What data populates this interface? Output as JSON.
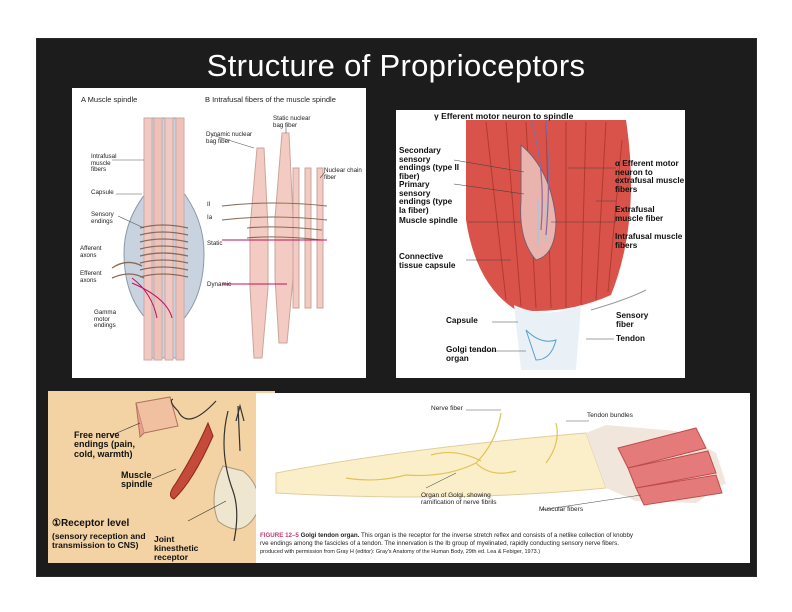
{
  "slide": {
    "title": "Structure of Proprioceptors"
  },
  "panel_a": {
    "heading_a": "A Muscle spindle",
    "heading_b": "B Intrafusal fibers of the muscle spindle",
    "labels": {
      "intrafusal": "Intrafusal muscle fibers",
      "capsule": "Capsule",
      "sensory": "Sensory endings",
      "afferent": "Afferent axons",
      "efferent": "Efferent axons",
      "gamma": "Gamma motor endings",
      "dynamic_bag": "Dynamic nuclear bag fiber",
      "static_bag": "Static nuclear bag fiber",
      "chain": "Nuclear chain fiber",
      "ii": "II",
      "ia": "Ia",
      "static": "Static",
      "dynamic": "Dynamic"
    }
  },
  "panel_b": {
    "top": "γ Efferent motor neuron to spindle",
    "secondary": "Secondary sensory endings (type II fiber)",
    "primary": "Primary sensory endings (type Ia fiber)",
    "spindle": "Muscle spindle",
    "connective": "Connective tissue capsule",
    "alpha": "α Efferent motor neuron to extrafusal muscle fibers",
    "extrafusal": "Extrafusal muscle fiber",
    "intrafusal": "Intrafusal muscle fibers",
    "capsule": "Capsule",
    "sensory_fiber": "Sensory fiber",
    "tendon": "Tendon",
    "golgi": "Golgi tendon organ"
  },
  "panel_c": {
    "free": "Free nerve endings (pain, cold, warmth)",
    "muscle_spindle": "Muscle spindle",
    "receptor_level": "①Receptor level",
    "receptor_desc": "(sensory reception and transmission to CNS)",
    "joint": "Joint kinesthetic receptor"
  },
  "panel_d": {
    "nerve_fiber": "Nerve fiber",
    "tendon_bundles": "Tendon bundles",
    "organ": "Organ of Golgi, showing ramification of nerve fibrils",
    "muscular": "Muscular fibers",
    "fig_num": "FIGURE 12–5",
    "caption_bold": "Golgi tendon organ.",
    "caption_1": " This organ is the receptor for the inverse stretch reflex and consists of a netlike collection of knobby",
    "caption_2": "rve endings among the fascicles of a tendon. The innervation is the Ib group of myelinated, rapidly conducting sensory nerve fibers.",
    "caption_3": "produced with permission from Gray H (editor): Gray's Anatomy of the Human Body, 29th ed. Lea & Febiger, 1973.)"
  }
}
